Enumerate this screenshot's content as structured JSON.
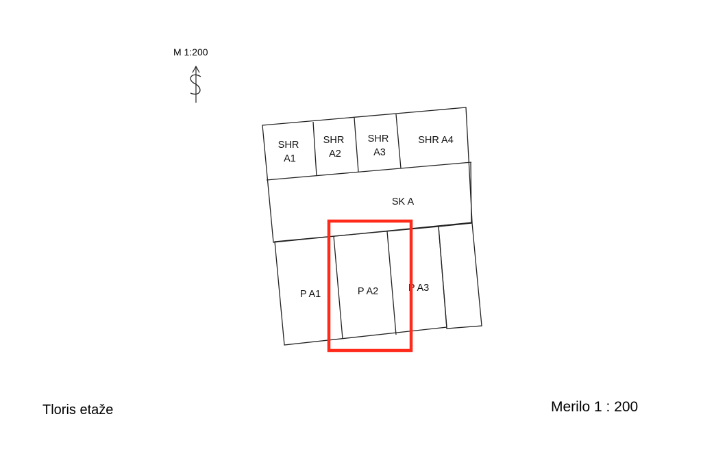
{
  "scale_top": "M 1:200",
  "north_arrow_icon": "north-arrow-icon",
  "title": "Tloris etaže",
  "scale_bottom": "Merilo 1 : 200",
  "rooms": {
    "shr_a1": [
      "SHR",
      "A1"
    ],
    "shr_a2": [
      "SHR",
      "A2"
    ],
    "shr_a3": [
      "SHR",
      "A3"
    ],
    "shr_a4": "SHR A4",
    "sk_a": "SK A",
    "p_a1": "P A1",
    "p_a2": "P A2",
    "p_a3": "P A3"
  },
  "highlight": {
    "target": "P A2",
    "color": "#ff2a1a"
  }
}
